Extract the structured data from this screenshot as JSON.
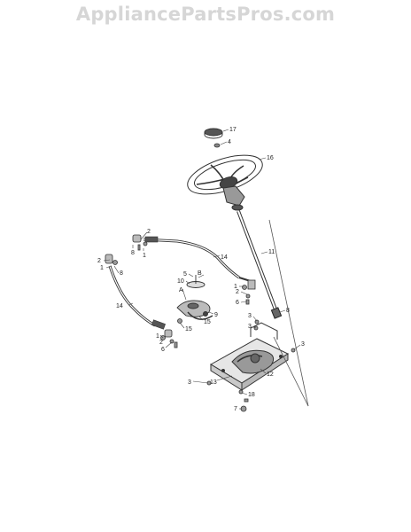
{
  "watermark": "AppliancePartsPros.com",
  "callouts": [
    "17",
    "4",
    "16",
    "11",
    "8",
    "2",
    "1",
    "14",
    "5",
    "B",
    "10",
    "A",
    "9",
    "15",
    "6",
    "3",
    "13",
    "12",
    "18",
    "7"
  ]
}
